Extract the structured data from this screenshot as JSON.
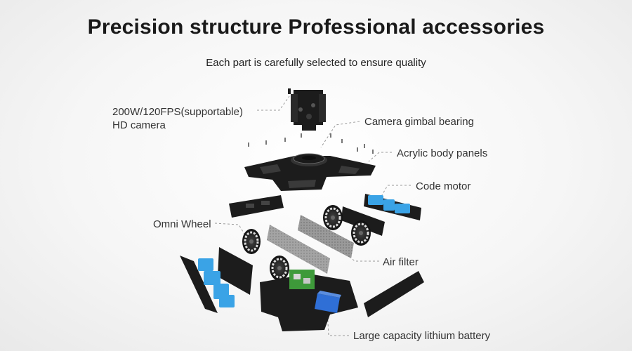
{
  "title": "Precision structure Professional accessories",
  "subtitle": "Each part is carefully selected to ensure quality",
  "labels": {
    "camera": "200W/120FPS(supportable)\nHD camera",
    "gimbal": "Camera gimbal bearing",
    "acrylic": "Acrylic body panels",
    "motor": "Code motor",
    "omni": "Omni Wheel",
    "filter": "Air filter",
    "battery": "Large capacity lithium battery"
  },
  "colors": {
    "panel": "#1c1c1c",
    "motor_blue": "#3aa3e6",
    "battery_blue": "#2f6fd6",
    "pcb_green": "#3e9a3a",
    "leader": "#9a9a9a",
    "filter_gray": "#8c8c8c"
  }
}
